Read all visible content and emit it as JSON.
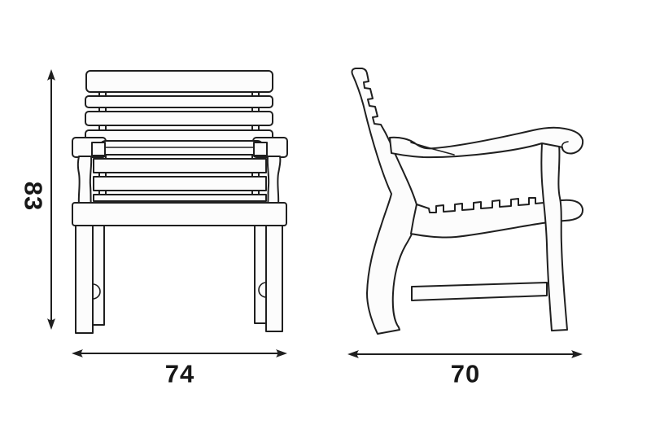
{
  "canvas": {
    "background_color": "#ffffff",
    "line_color": "#1f1f1f",
    "shape_fill_color": "#fcfcfc",
    "text_color": "#171717"
  },
  "diagram": {
    "type": "dimension-drawing",
    "views": {
      "front_view": {
        "name": "chair-front-view"
      },
      "side_view": {
        "name": "chair-side-view"
      }
    },
    "dimensions": {
      "height": {
        "value": "83",
        "axis": "vertical",
        "view": "front"
      },
      "width": {
        "value": "74",
        "axis": "horizontal",
        "view": "front"
      },
      "depth": {
        "value": "70",
        "axis": "horizontal",
        "view": "side"
      }
    }
  }
}
